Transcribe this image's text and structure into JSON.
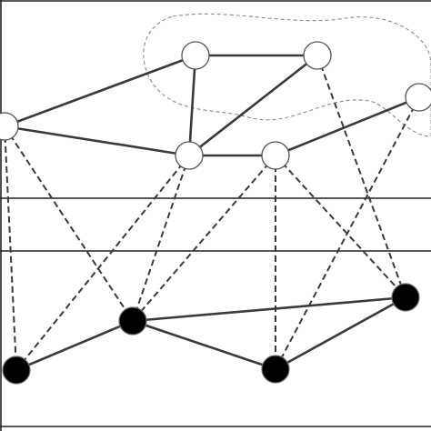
{
  "diagram": {
    "upper_nodes": [
      {
        "id": "u1",
        "fill": "#ffffff"
      },
      {
        "id": "u2",
        "fill": "#ffffff"
      },
      {
        "id": "u3",
        "fill": "#ffffff"
      },
      {
        "id": "u4",
        "fill": "#ffffff"
      },
      {
        "id": "u5",
        "fill": "#ffffff"
      },
      {
        "id": "u6",
        "fill": "#ffffff"
      }
    ],
    "lower_nodes": [
      {
        "id": "b1",
        "fill": "#000000"
      },
      {
        "id": "b2",
        "fill": "#000000"
      },
      {
        "id": "b3",
        "fill": "#000000"
      },
      {
        "id": "b4",
        "fill": "#000000"
      }
    ],
    "solid_edges": [
      [
        "u1",
        "u2"
      ],
      [
        "u2",
        "u3"
      ],
      [
        "u1",
        "u4"
      ],
      [
        "u2",
        "u4"
      ],
      [
        "u3",
        "u4"
      ],
      [
        "u4",
        "u5"
      ],
      [
        "u5",
        "u6"
      ],
      [
        "b1",
        "b2"
      ],
      [
        "b2",
        "b4"
      ],
      [
        "b2",
        "b3"
      ],
      [
        "b3",
        "b4"
      ]
    ],
    "dashed_edges": [
      [
        "u1",
        "b1"
      ],
      [
        "u1",
        "b2"
      ],
      [
        "u4",
        "b1"
      ],
      [
        "u4",
        "b2"
      ],
      [
        "u5",
        "b2"
      ],
      [
        "u5",
        "b4"
      ],
      [
        "u5",
        "b3"
      ],
      [
        "u3",
        "b4"
      ],
      [
        "u6",
        "b3"
      ]
    ],
    "colors": {
      "edge": "#3a3a3a",
      "open_node": "#ffffff",
      "filled_node": "#000000",
      "region_outline": "#888888"
    }
  }
}
